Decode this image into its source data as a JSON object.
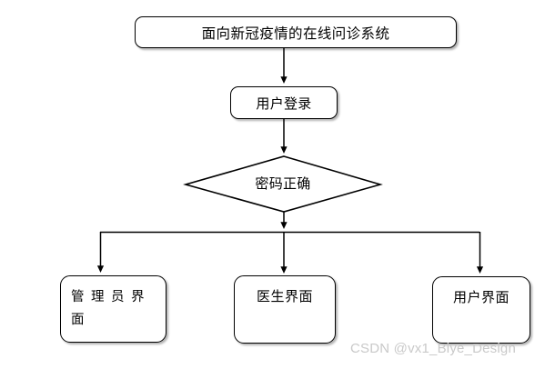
{
  "diagram": {
    "type": "flowchart",
    "background_color": "#ffffff",
    "line_color": "#000000",
    "nodes": {
      "title": {
        "label": "面向新冠疫情的在线问诊系统",
        "shape": "rounded-rectangle"
      },
      "login": {
        "label": "用户登录",
        "shape": "rounded-rectangle"
      },
      "decision": {
        "label": "密码正确",
        "shape": "diamond"
      },
      "admin": {
        "label": "管理员界面",
        "shape": "rounded-rectangle"
      },
      "doctor": {
        "label": "医生界面",
        "shape": "rounded-rectangle"
      },
      "user": {
        "label": "用户界面",
        "shape": "rounded-rectangle"
      }
    }
  },
  "watermark": {
    "text": "CSDN @vx1_Biye_Design",
    "color": "#c9c9c9"
  }
}
